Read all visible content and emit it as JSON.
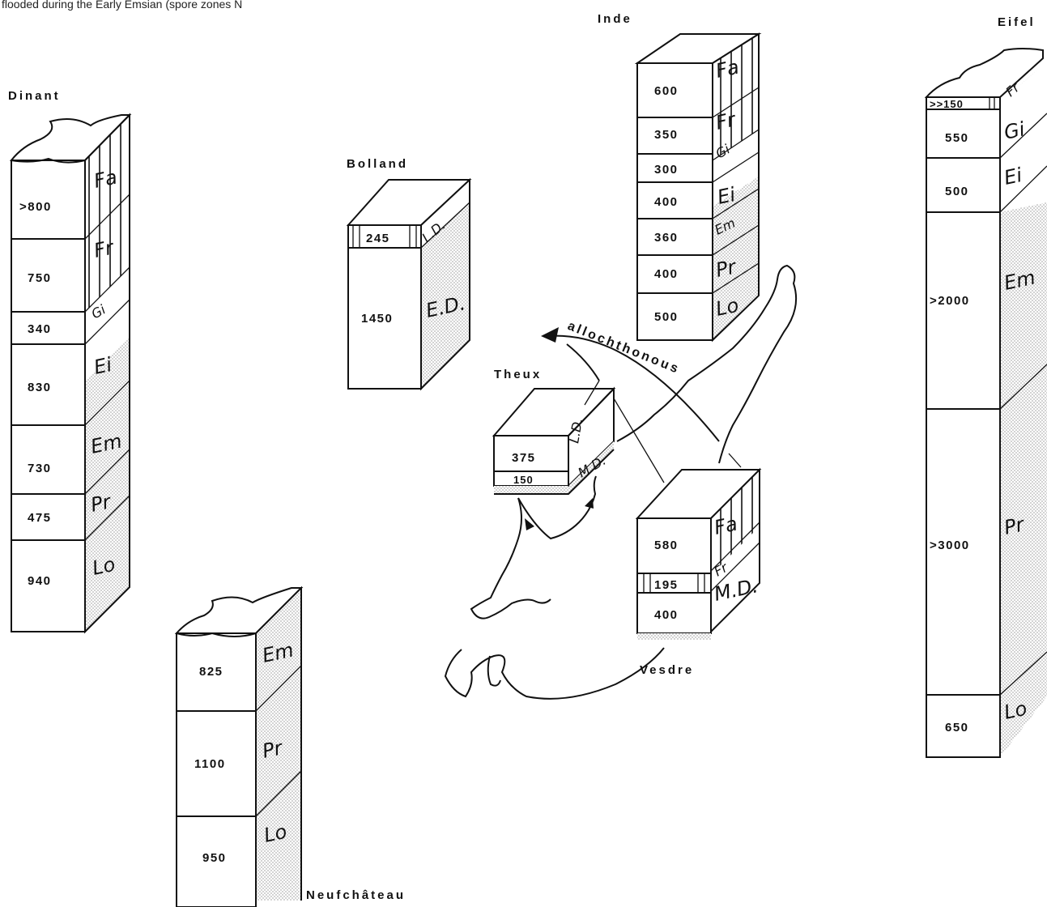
{
  "caption": "flooded during the Early Emsian (spore zones N",
  "flow_label": "allochthonous",
  "columns": {
    "dinant": {
      "name": "Dinant",
      "layers": [
        {
          "stage": "Fa",
          "thickness": ">800"
        },
        {
          "stage": "Fr",
          "thickness": "750"
        },
        {
          "stage": "Gi",
          "thickness": "340"
        },
        {
          "stage": "Ei",
          "thickness": "830"
        },
        {
          "stage": "Em",
          "thickness": "730"
        },
        {
          "stage": "Pr",
          "thickness": "475"
        },
        {
          "stage": "Lo",
          "thickness": "940"
        }
      ]
    },
    "neufchateau": {
      "name": "Neufchâteau",
      "layers": [
        {
          "stage": "Em",
          "thickness": "825"
        },
        {
          "stage": "Pr",
          "thickness": "1100"
        },
        {
          "stage": "Lo",
          "thickness": "950"
        }
      ]
    },
    "bolland": {
      "name": "Bolland",
      "layers": [
        {
          "stage": "L.D.",
          "thickness": "245"
        },
        {
          "stage": "E.D.",
          "thickness": "1450"
        }
      ]
    },
    "theux": {
      "name": "Theux",
      "layers": [
        {
          "stage": "L.D.",
          "thickness": "375"
        },
        {
          "stage": "M.D.",
          "thickness": "150"
        }
      ]
    },
    "inde": {
      "name": "Inde",
      "layers": [
        {
          "stage": "Fa",
          "thickness": "600"
        },
        {
          "stage": "Fr",
          "thickness": "350"
        },
        {
          "stage": "Gi",
          "thickness": "300"
        },
        {
          "stage": "Ei",
          "thickness": "400"
        },
        {
          "stage": "Em",
          "thickness": "360"
        },
        {
          "stage": "Pr",
          "thickness": "400"
        },
        {
          "stage": "Lo",
          "thickness": "500"
        }
      ]
    },
    "vesdre": {
      "name": "Vesdre",
      "layers": [
        {
          "stage": "Fa",
          "thickness": "580"
        },
        {
          "stage": "Fr",
          "thickness": "195"
        },
        {
          "stage": "M.D.",
          "thickness": "400"
        }
      ]
    },
    "eifel": {
      "name": "Eifel",
      "layers": [
        {
          "stage": "Fr",
          "thickness": ">>150"
        },
        {
          "stage": "Gi",
          "thickness": "550"
        },
        {
          "stage": "Ei",
          "thickness": "500"
        },
        {
          "stage": "Em",
          "thickness": ">2000"
        },
        {
          "stage": "Pr",
          "thickness": ">3000"
        },
        {
          "stage": "Lo",
          "thickness": "650"
        }
      ]
    }
  }
}
